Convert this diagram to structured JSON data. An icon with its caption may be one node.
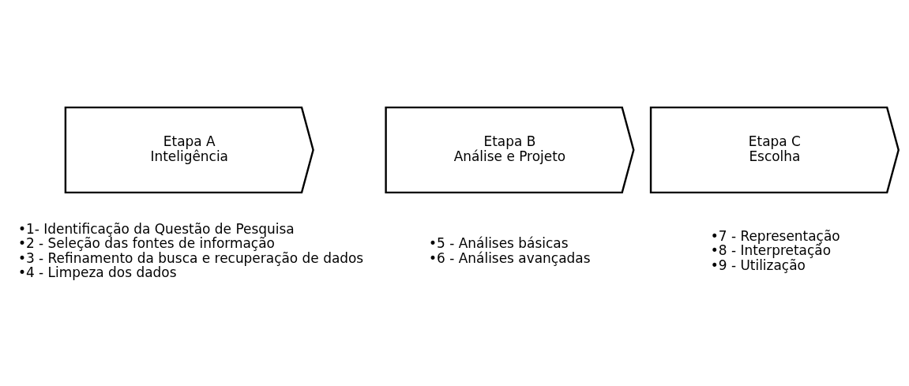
{
  "diagram": {
    "nodes": [
      {
        "text": [
          "Etapa A",
          "Inteligência"
        ],
        "beside": [
          "•1- Identificação da Questão de Pesquisa",
          "•2 - Seleção das fontes de informação",
          "•3 - Refinamento da busca e recuperação de dados",
          "•4 - Limpeza dos dados"
        ]
      },
      {
        "text": [
          "Etapa B",
          "Análise e Projeto"
        ],
        "beside": [
          "•5 - Análises básicas",
          "•6 - Análises avançadas"
        ]
      },
      {
        "text": [
          "Etapa C",
          "Escolha"
        ],
        "beside": [
          "•7 - Representação",
          "•8 - Interpretação",
          "•9 - Utilização"
        ]
      }
    ],
    "edges": []
  }
}
